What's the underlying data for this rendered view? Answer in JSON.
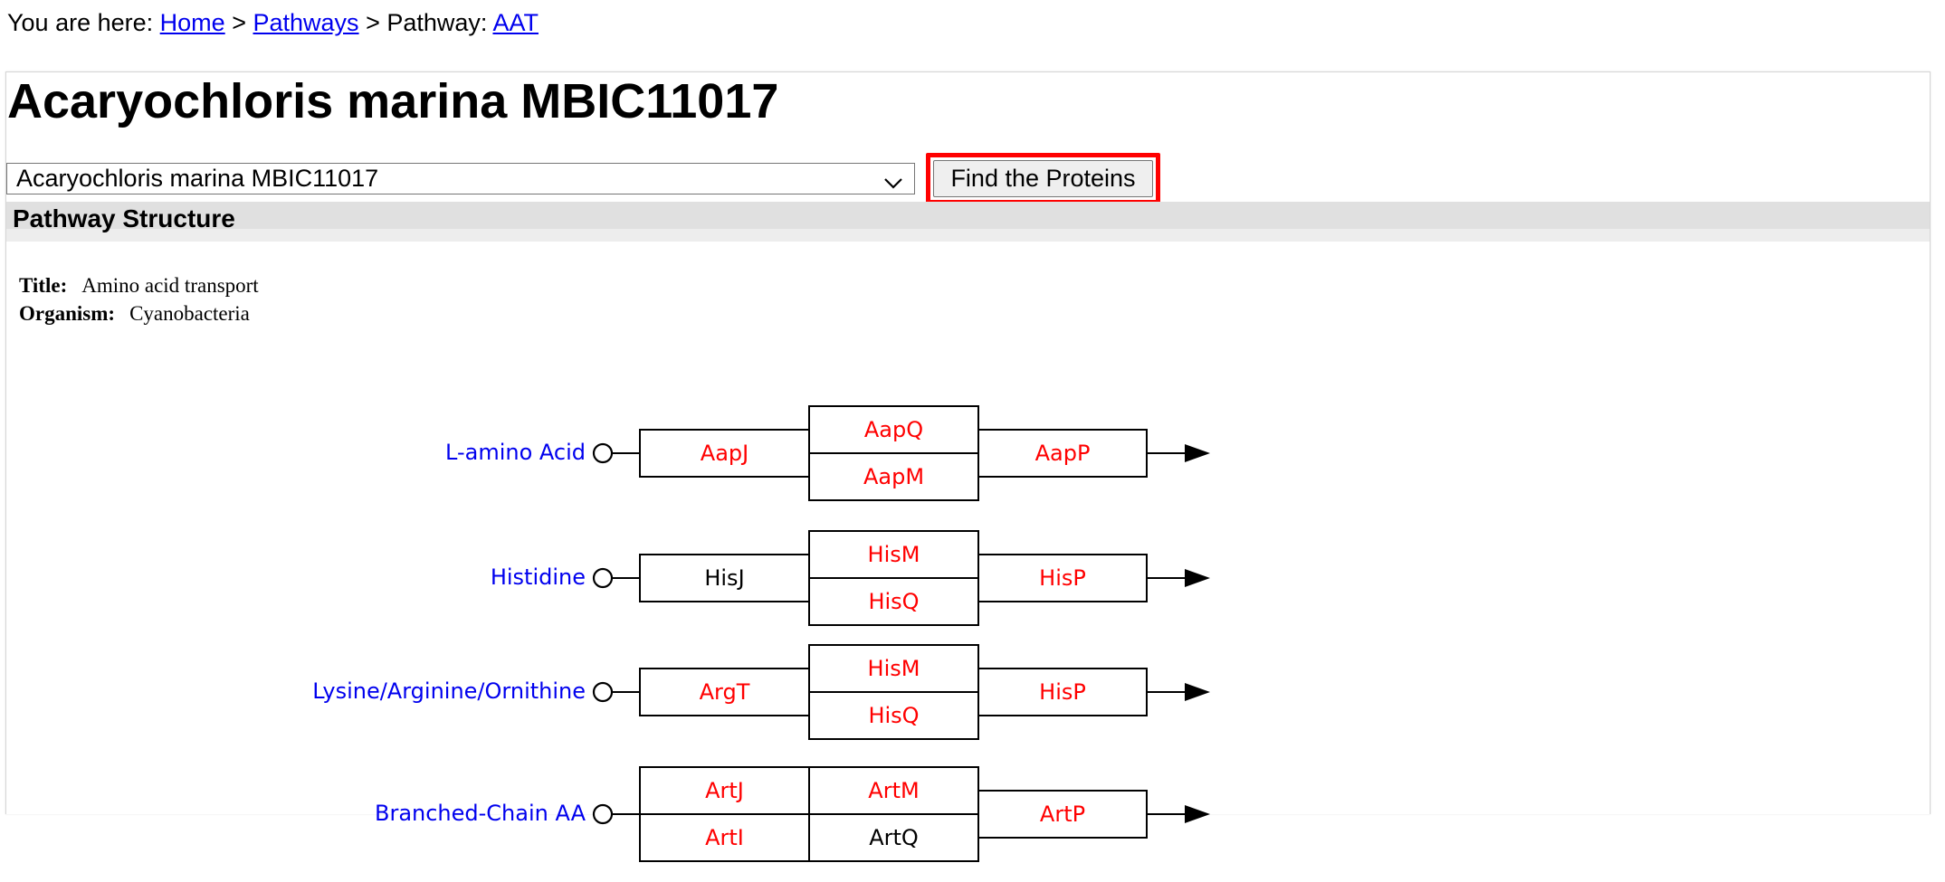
{
  "breadcrumb": {
    "prefix": "You are here:",
    "home": "Home",
    "sep1": ">",
    "pathways": "Pathways",
    "sep2": ">",
    "pathway_label": "Pathway:",
    "pathway_code": "AAT"
  },
  "page_title": "Acaryochloris marina MBIC11017",
  "organism_select": {
    "selected": "Acaryochloris marina MBIC11017"
  },
  "find_button": {
    "label": "Find the Proteins"
  },
  "section": {
    "title": "Pathway Structure"
  },
  "meta": {
    "title_label": "Title:",
    "title_value": "Amino acid transport",
    "organism_label": "Organism:",
    "organism_value": "Cyanobacteria"
  },
  "colors": {
    "found": "#ff0000",
    "not_found": "#000000",
    "substrate": "#0000ee",
    "highlight": "#ff0000"
  },
  "diagram": {
    "pathways": [
      {
        "substrate": "L-amino Acid",
        "binding": [
          {
            "name": "AapJ",
            "found": true
          }
        ],
        "membrane": [
          {
            "name": "AapQ",
            "found": true
          },
          {
            "name": "AapM",
            "found": true
          }
        ],
        "atpase": {
          "name": "AapP",
          "found": true
        }
      },
      {
        "substrate": "Histidine",
        "binding": [
          {
            "name": "HisJ",
            "found": false
          }
        ],
        "membrane": [
          {
            "name": "HisM",
            "found": true
          },
          {
            "name": "HisQ",
            "found": true
          }
        ],
        "atpase": {
          "name": "HisP",
          "found": true
        }
      },
      {
        "substrate": "Lysine/Arginine/Ornithine",
        "binding": [
          {
            "name": "ArgT",
            "found": true
          }
        ],
        "membrane": [
          {
            "name": "HisM",
            "found": true
          },
          {
            "name": "HisQ",
            "found": true
          }
        ],
        "atpase": {
          "name": "HisP",
          "found": true
        }
      },
      {
        "substrate": "Branched-Chain AA",
        "binding": [
          {
            "name": "ArtJ",
            "found": true
          },
          {
            "name": "ArtI",
            "found": true
          }
        ],
        "membrane": [
          {
            "name": "ArtM",
            "found": true
          },
          {
            "name": "ArtQ",
            "found": false
          }
        ],
        "atpase": {
          "name": "ArtP",
          "found": true
        }
      }
    ]
  }
}
